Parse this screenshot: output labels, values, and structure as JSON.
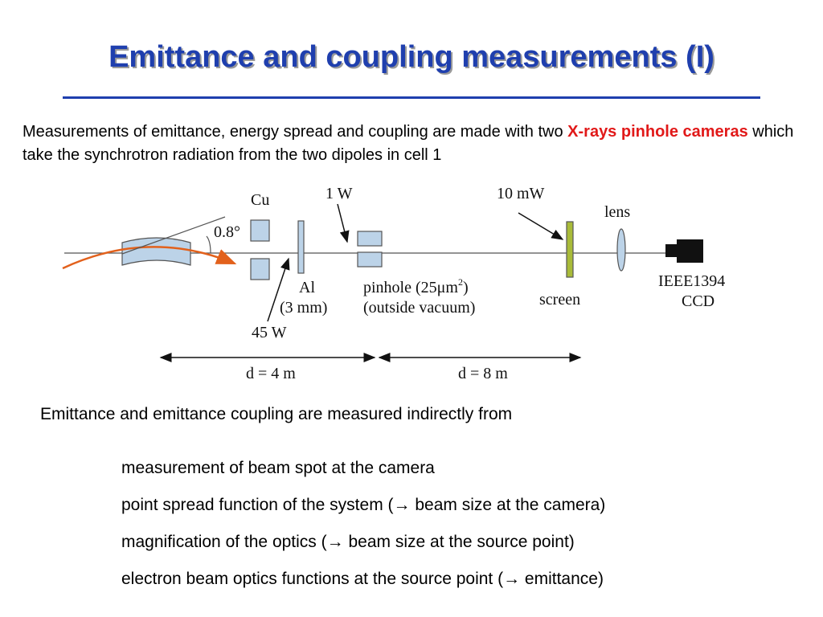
{
  "slide": {
    "title": "Emittance and coupling measurements (I)",
    "intro_part1": "Measurements of emittance, energy spread and coupling are made with two ",
    "intro_highlight": "X-rays pinhole cameras",
    "intro_part2": " which take the synchrotron radiation from the two dipoles in cell 1",
    "lead_text": "Emittance and emittance coupling are measured indirectly from",
    "items": [
      "measurement of beam spot at the camera",
      "point spread function of the system (→ beam size at the camera)",
      "magnification of the optics (→ beam size at the source point)",
      "electron beam optics functions at the source point (→ emittance)"
    ]
  },
  "diagram": {
    "label_cu": "Cu",
    "label_angle": "0.8°",
    "label_1w": "1 W",
    "label_10mw": "10 mW",
    "label_lens": "lens",
    "label_al": "Al",
    "label_al_thickness": "(3 mm)",
    "label_45w": "45 W",
    "label_pinhole_prefix": "pinhole (25μm",
    "label_pinhole_sup": "2",
    "label_pinhole_suffix": ")",
    "label_outside_vacuum": "(outside vacuum)",
    "label_screen": "screen",
    "label_ieee": "IEEE1394",
    "label_ccd": "CCD",
    "label_d1": "d = 4 m",
    "label_d2": "d = 8 m",
    "colors": {
      "title_blue": "#1f3fae",
      "highlight_red": "#e11919",
      "filter_blue": "#bcd3e8",
      "screen_green": "#a9bb39",
      "beam_orange": "#e2611c"
    }
  }
}
